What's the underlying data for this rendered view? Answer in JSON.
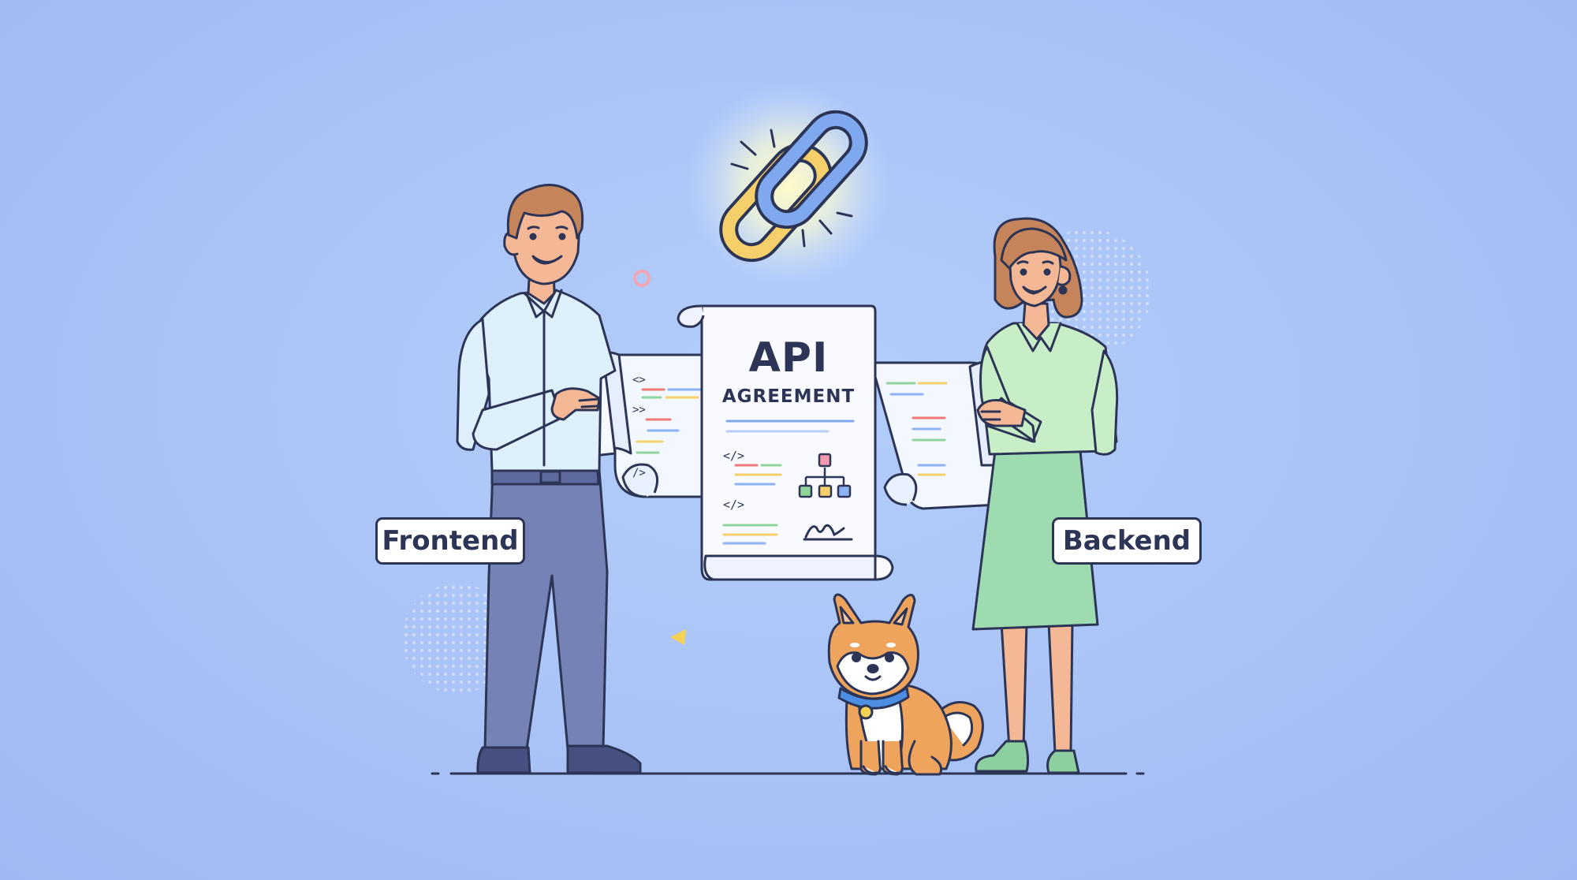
{
  "labels": {
    "frontend": "Frontend",
    "backend": "Backend"
  },
  "document": {
    "title": "API",
    "subtitle": "AGREEMENT"
  },
  "icons": [
    "chain-link-icon",
    "code-brackets-icon",
    "hierarchy-icon",
    "signature-icon"
  ],
  "colors": {
    "background": "#A9C3F7",
    "outline": "#2D3556",
    "man_shirt": "#DDF0FB",
    "man_pants": "#7482B5",
    "woman_top": "#C8EEC8",
    "woman_skirt": "#9EDBB0",
    "chain_blue": "#7FA8EF",
    "chain_yellow": "#F5CF6A",
    "dog_orange": "#EFA45E"
  }
}
